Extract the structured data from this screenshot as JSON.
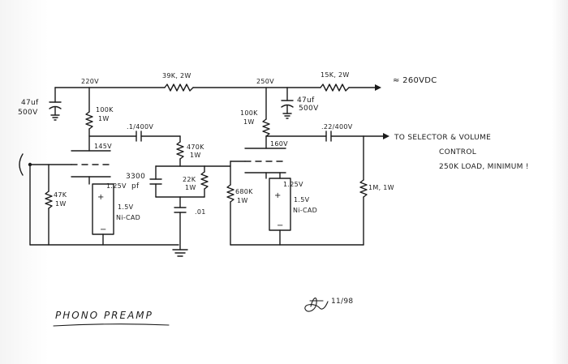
{
  "labels": {
    "node_220v": "220V",
    "r_39k": "39K, 2W",
    "node_250v": "250V",
    "r_15k": "15K, 2W",
    "supply": "≈ 260VDC",
    "c_47uf_left_a": "47uf",
    "c_47uf_left_b": "500V",
    "c_47uf_right_a": "47uf",
    "c_47uf_right_b": "500V",
    "r_100k_left_a": "100K",
    "r_100k_left_b": "1W",
    "r_100k_right_a": "100K",
    "r_100k_right_b": "1W",
    "c_01_400v": ".1/400V",
    "c_22_400v": ".22/400V",
    "node_145v": "145V",
    "node_160v": "160V",
    "r_470k_a": "470K",
    "r_470k_b": "1W",
    "c_3300_a": "3300",
    "c_3300_b": "pf",
    "r_22k_a": "22K",
    "r_22k_b": "1W",
    "c_01": ".01",
    "r_680k_a": "680K",
    "r_680k_b": "1W",
    "r_47k_a": "47K",
    "r_47k_b": "1W",
    "r_1m": "1M, 1W",
    "bias_left": "1.25V",
    "bias_right": "1.25V",
    "cell_left_v": "1.5V",
    "cell_left_t": "Ni-CAD",
    "cell_right_v": "1.5V",
    "cell_right_t": "Ni-CAD",
    "plus_left": "+",
    "minus_left": "−",
    "plus_right": "+",
    "minus_right": "−",
    "note_1": "TO SELECTOR & VOLUME",
    "note_2": "CONTROL",
    "note_3": "250K LOAD, MINIMUM !",
    "date": "11/98",
    "title": "PHONO PREAMP"
  }
}
